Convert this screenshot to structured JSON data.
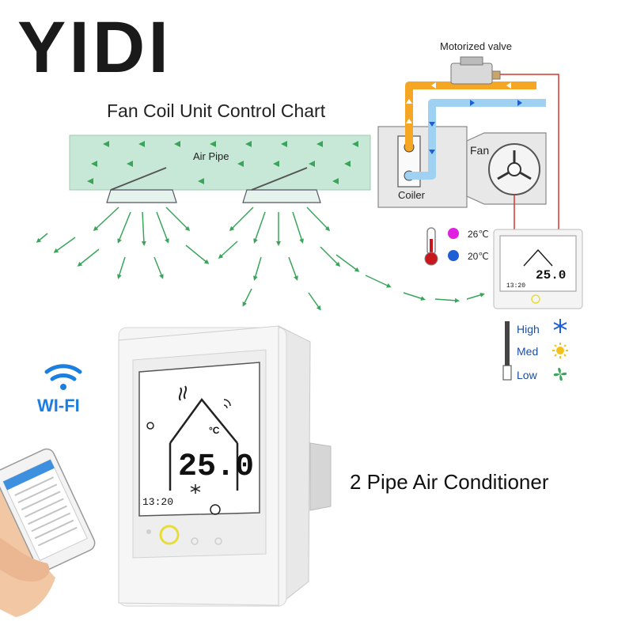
{
  "brand": {
    "name": "YIDI"
  },
  "diagram": {
    "title": "Fan Coil Unit Control Chart",
    "labels": {
      "motorized_valve": "Motorized valve",
      "air_pipe": "Air Pipe",
      "coiler": "Coiler",
      "fan": "Fan"
    },
    "temperatures": {
      "hot": "26℃",
      "cold": "20℃"
    },
    "fan_speeds": {
      "high": "High",
      "med": "Med",
      "low": "Low"
    },
    "colors": {
      "air_pipe": "#c7e8d6",
      "air_arrows": "#3aa55a",
      "hot_pipe": "#f5a623",
      "cold_pipe": "#9fd1f2",
      "wire": "#d9332e",
      "hot_dot": "#e020e0",
      "cold_dot": "#1f5fd6"
    }
  },
  "thermostat": {
    "small_display": {
      "temp": "25.0",
      "time": "13:20"
    },
    "large_display": {
      "temp": "25.0",
      "unit": "°C",
      "time": "13:20"
    }
  },
  "wifi": {
    "label": "WI-FI"
  },
  "caption": "2 Pipe Air Conditioner"
}
